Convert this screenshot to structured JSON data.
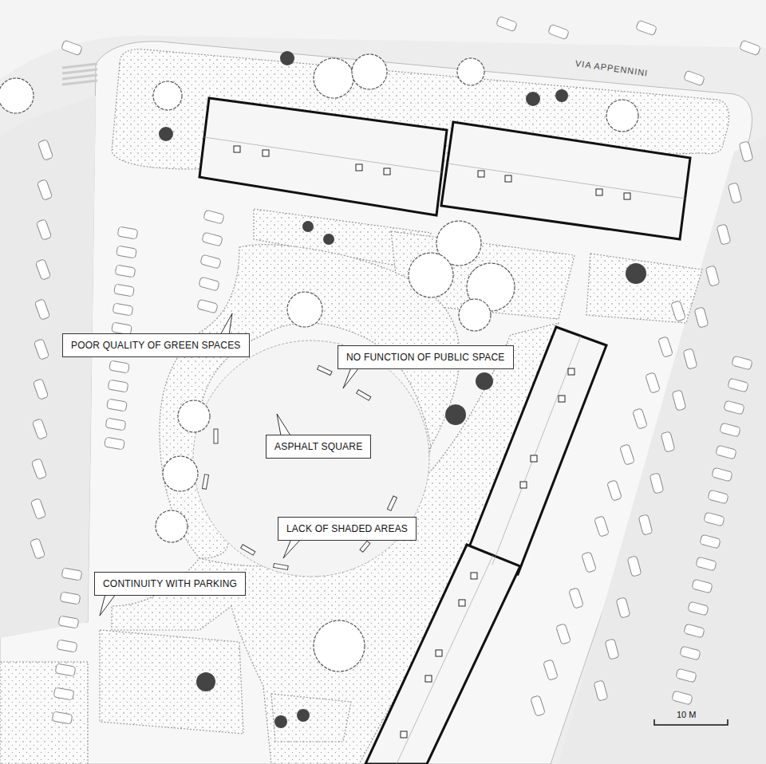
{
  "diagram": {
    "nodes": [
      {
        "text": [
          "POOR QUALITY OF GREEN SPACES"
        ]
      },
      {
        "text": [
          "NO FUNCTION OF PUBLIC SPACE"
        ]
      },
      {
        "text": [
          "ASPHALT SQUARE"
        ]
      },
      {
        "text": [
          "LACK OF SHADED AREAS"
        ]
      },
      {
        "text": [
          "CONTINUITY WITH PARKING"
        ]
      }
    ],
    "labels": [
      "VIA APPENNINI",
      "10 M"
    ]
  }
}
